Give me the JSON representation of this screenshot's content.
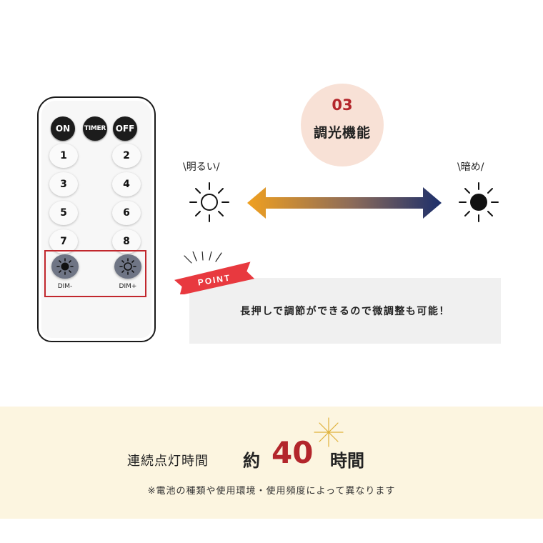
{
  "remote": {
    "top_buttons": [
      "ON",
      "TIMER",
      "OFF"
    ],
    "number_buttons": [
      "1",
      "2",
      "3",
      "4",
      "5",
      "6",
      "7",
      "8"
    ],
    "dim_minus_label": "DIM-",
    "dim_plus_label": "DIM+"
  },
  "feature": {
    "number": "03",
    "title": "調光機能"
  },
  "brightness": {
    "bright_label": "\\明るい/",
    "dark_label": "\\暗め/"
  },
  "point": {
    "ribbon_label": "POINT",
    "description": "長押しで調節ができるので微調整も可能！"
  },
  "runtime": {
    "label": "連続点灯時間",
    "about": "約",
    "number": "40",
    "unit": "時間",
    "note": "※電池の種類や使用環境・使用頻度によって異なります"
  },
  "colors": {
    "accent_red": "#b3262b",
    "arrow_start": "#f0a020",
    "arrow_end": "#1c2f6b",
    "band_bg": "#fcf5e0",
    "badge_bg": "#f8e1d6"
  }
}
